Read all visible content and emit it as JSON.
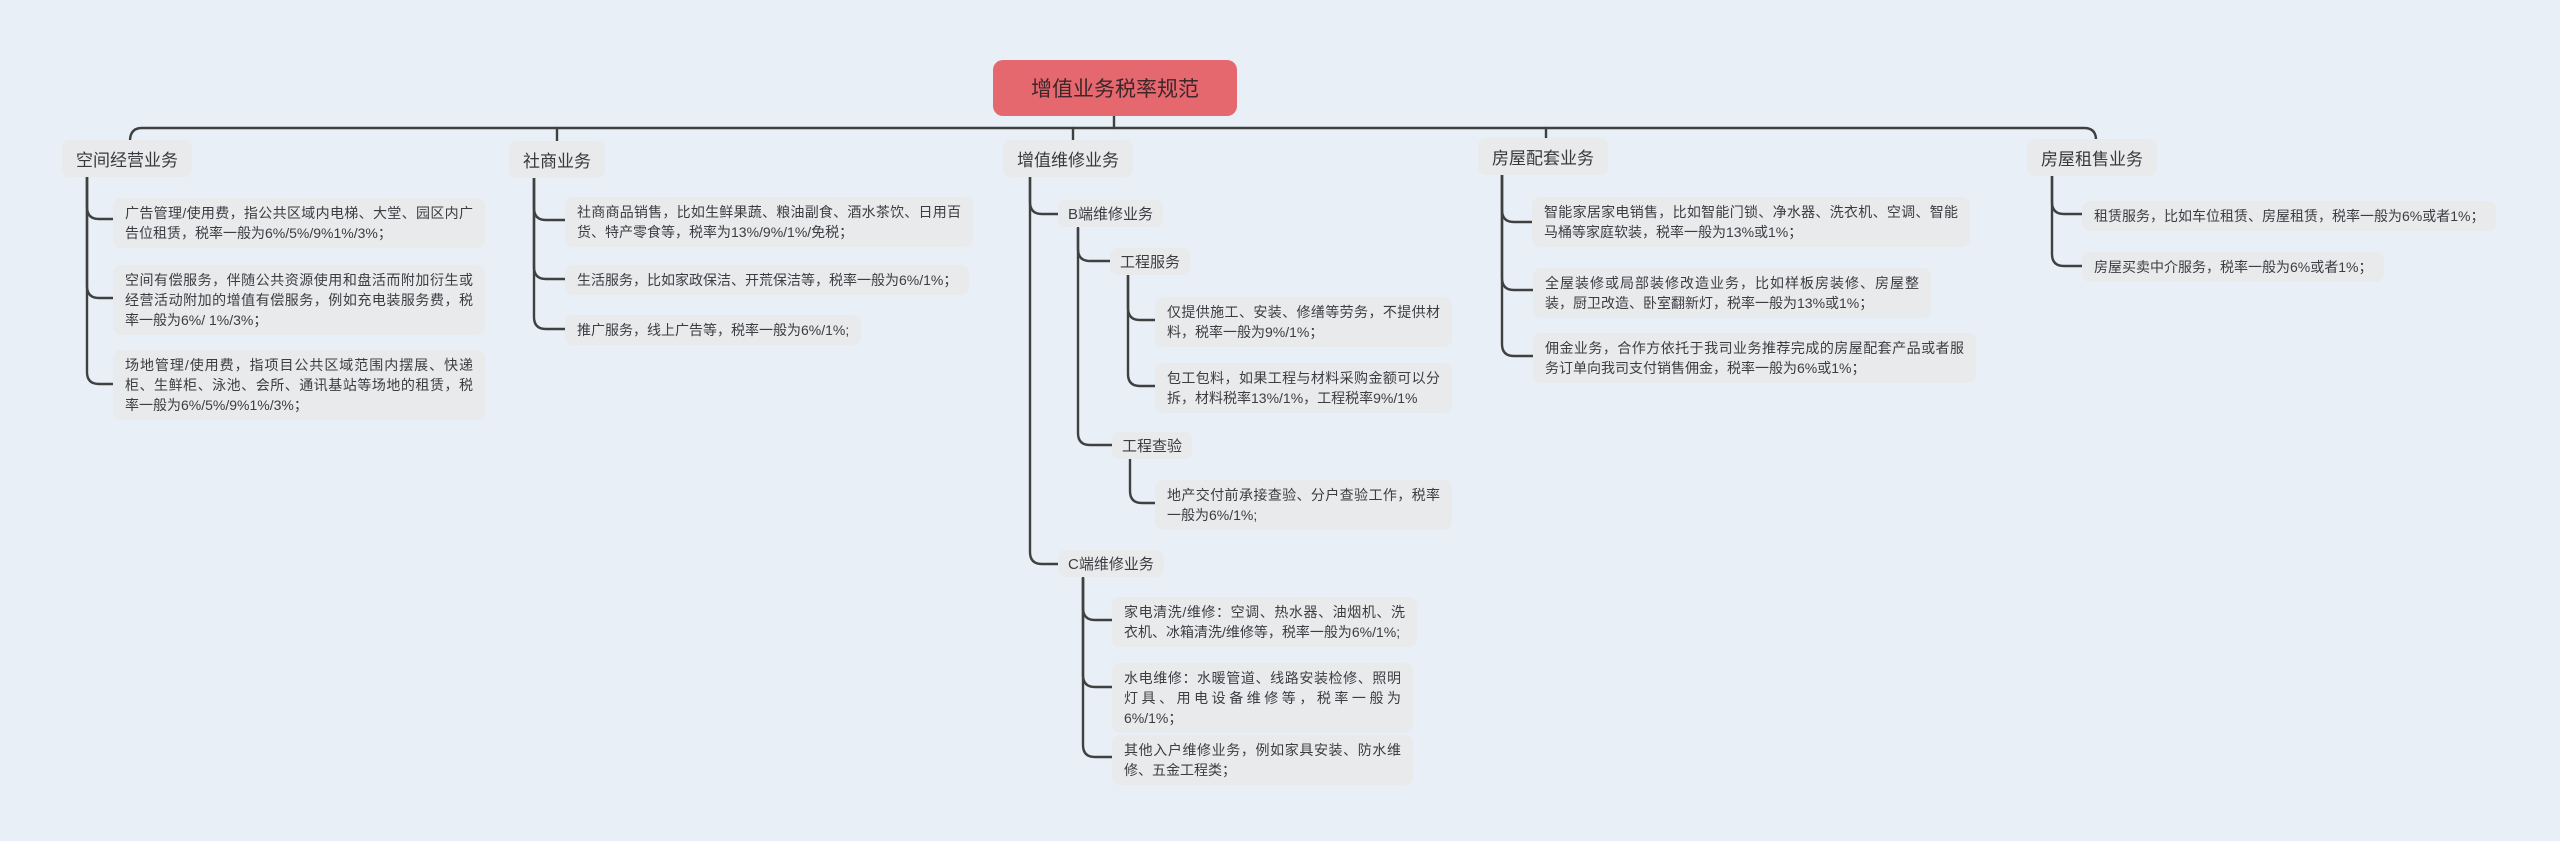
{
  "root": {
    "label": "增值业务税率规范"
  },
  "colors": {
    "background": "#e8eff6",
    "root_bg": "#e5686f",
    "root_text": "#3f2629",
    "node_bg": "#e9eaec",
    "node_text": "#3c3d41",
    "connector": "#3f4040"
  },
  "branches": [
    {
      "label": "空间经营业务",
      "children": [
        {
          "label": "广告管理/使用费，指公共区域内电梯、大堂、园区内广告位租赁，税率一般为6%/5%/9%1%/3%；"
        },
        {
          "label": "空间有偿服务，伴随公共资源使用和盘活而附加衍生或经营活动附加的增值有偿服务，例如充电装服务费，税率一般为6%/ 1%/3%；"
        },
        {
          "label": "场地管理/使用费，指项目公共区域范围内摆展、快递柜、生鲜柜、泳池、会所、通讯基站等场地的租赁，税率一般为6%/5%/9%1%/3%；"
        }
      ]
    },
    {
      "label": "社商业务",
      "children": [
        {
          "label": "社商商品销售，比如生鲜果蔬、粮油副食、酒水茶饮、日用百货、特产零食等，税率为13%/9%/1%/免税；"
        },
        {
          "label": "生活服务，比如家政保洁、开荒保洁等，税率一般为6%/1%；"
        },
        {
          "label": "推广服务，线上广告等，税率一般为6%/1%;"
        }
      ]
    },
    {
      "label": "增值维修业务",
      "children": [
        {
          "label": "B端维修业务",
          "children": [
            {
              "label": "工程服务",
              "children": [
                {
                  "label": "仅提供施工、安装、修缮等劳务，不提供材料，税率一般为9%/1%；"
                },
                {
                  "label": "包工包料，如果工程与材料采购金额可以分拆，材料税率13%/1%，工程税率9%/1%"
                }
              ]
            },
            {
              "label": "工程查验",
              "children": [
                {
                  "label": "地产交付前承接查验、分户查验工作，税率一般为6%/1%;"
                }
              ]
            }
          ]
        },
        {
          "label": "C端维修业务",
          "children": [
            {
              "label": "家电清洗/维修：空调、热水器、油烟机、洗衣机、冰箱清洗/维修等，税率一般为6%/1%;"
            },
            {
              "label": "水电维修：水暖管道、线路安装检修、照明灯具、用电设备维修等，税率一般为6%/1%；"
            },
            {
              "label": "其他入户维修业务，例如家具安装、防水维修、五金工程类；"
            }
          ]
        }
      ]
    },
    {
      "label": "房屋配套业务",
      "children": [
        {
          "label": "智能家居家电销售，比如智能门锁、净水器、洗衣机、空调、智能马桶等家庭软装，税率一般为13%或1%；"
        },
        {
          "label": "全屋装修或局部装修改造业务，比如样板房装修、房屋整装，厨卫改造、卧室翻新灯，税率一般为13%或1%；"
        },
        {
          "label": "佣金业务，合作方依托于我司业务推荐完成的房屋配套产品或者服务订单向我司支付销售佣金，税率一般为6%或1%；"
        }
      ]
    },
    {
      "label": "房屋租售业务",
      "children": [
        {
          "label": "租赁服务，比如车位租赁、房屋租赁，税率一般为6%或者1%；"
        },
        {
          "label": "房屋买卖中介服务，税率一般为6%或者1%；"
        }
      ]
    }
  ]
}
